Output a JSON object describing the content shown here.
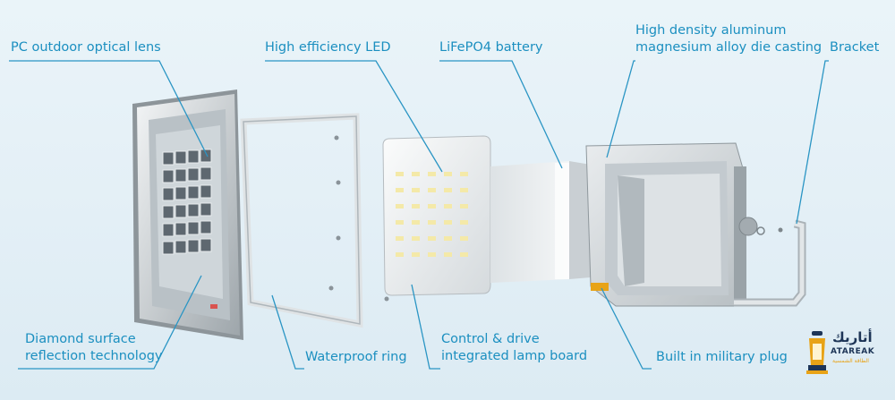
{
  "labels": {
    "pc_lens": "PC outdoor optical lens",
    "led": "High efficiency LED",
    "battery": "LiFePO4 battery",
    "die_casting_line1": "High density aluminum",
    "die_casting_line2": "magnesium alloy die casting",
    "bracket": "Bracket",
    "diamond_line1": "Diamond surface",
    "diamond_line2": "reflection technology",
    "waterproof": "Waterproof ring",
    "control_line1": "Control & drive",
    "control_line2": "integrated lamp board",
    "military_plug": "Built in military plug"
  },
  "logo": {
    "arabic": "أتاريك",
    "latin": "ATAREAK",
    "subtitle": "الطاقة الشمسية"
  },
  "colors": {
    "label_text": "#1b8fc0",
    "leader_line": "#2a95c4",
    "background": "#e6f1f7"
  }
}
